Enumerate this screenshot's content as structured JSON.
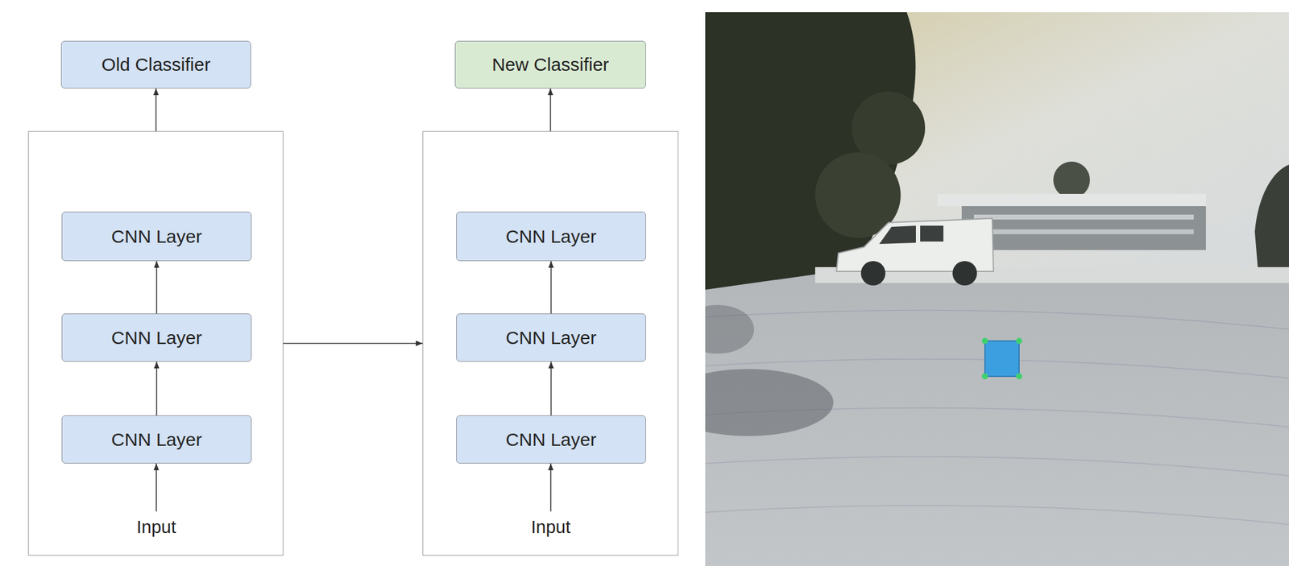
{
  "diagram": {
    "nodes": [
      {
        "text": [
          "Old Classifier"
        ]
      },
      {
        "text": []
      },
      {
        "text": [
          "CNN Layer"
        ],
        "in": 1
      },
      {
        "text": [
          "CNN Layer"
        ],
        "in": 1
      },
      {
        "text": [
          "CNN Layer"
        ],
        "in": 1
      },
      {
        "text": [
          "Input"
        ],
        "in": 1
      },
      {
        "text": [
          "New Classifier"
        ]
      },
      {
        "text": []
      },
      {
        "text": [
          "CNN Layer"
        ],
        "in": 7
      },
      {
        "text": [
          "CNN Layer"
        ],
        "in": 7
      },
      {
        "text": [
          "CNN Layer"
        ],
        "in": 7
      },
      {
        "text": [
          "Input"
        ],
        "in": 7
      }
    ],
    "edges": [
      {
        "from": 5,
        "to": 4,
        "arrow": "to"
      },
      {
        "from": 4,
        "to": 3,
        "arrow": "to"
      },
      {
        "from": 3,
        "to": 2,
        "arrow": "to"
      },
      {
        "from": 1,
        "to": 0,
        "arrow": "to"
      },
      {
        "from": 1,
        "to": 7,
        "arrow": "to"
      },
      {
        "from": 11,
        "to": 10,
        "arrow": "to"
      },
      {
        "from": 10,
        "to": 9,
        "arrow": "to"
      },
      {
        "from": 9,
        "to": 8,
        "arrow": "to"
      },
      {
        "from": 7,
        "to": 6,
        "arrow": "to"
      }
    ]
  }
}
